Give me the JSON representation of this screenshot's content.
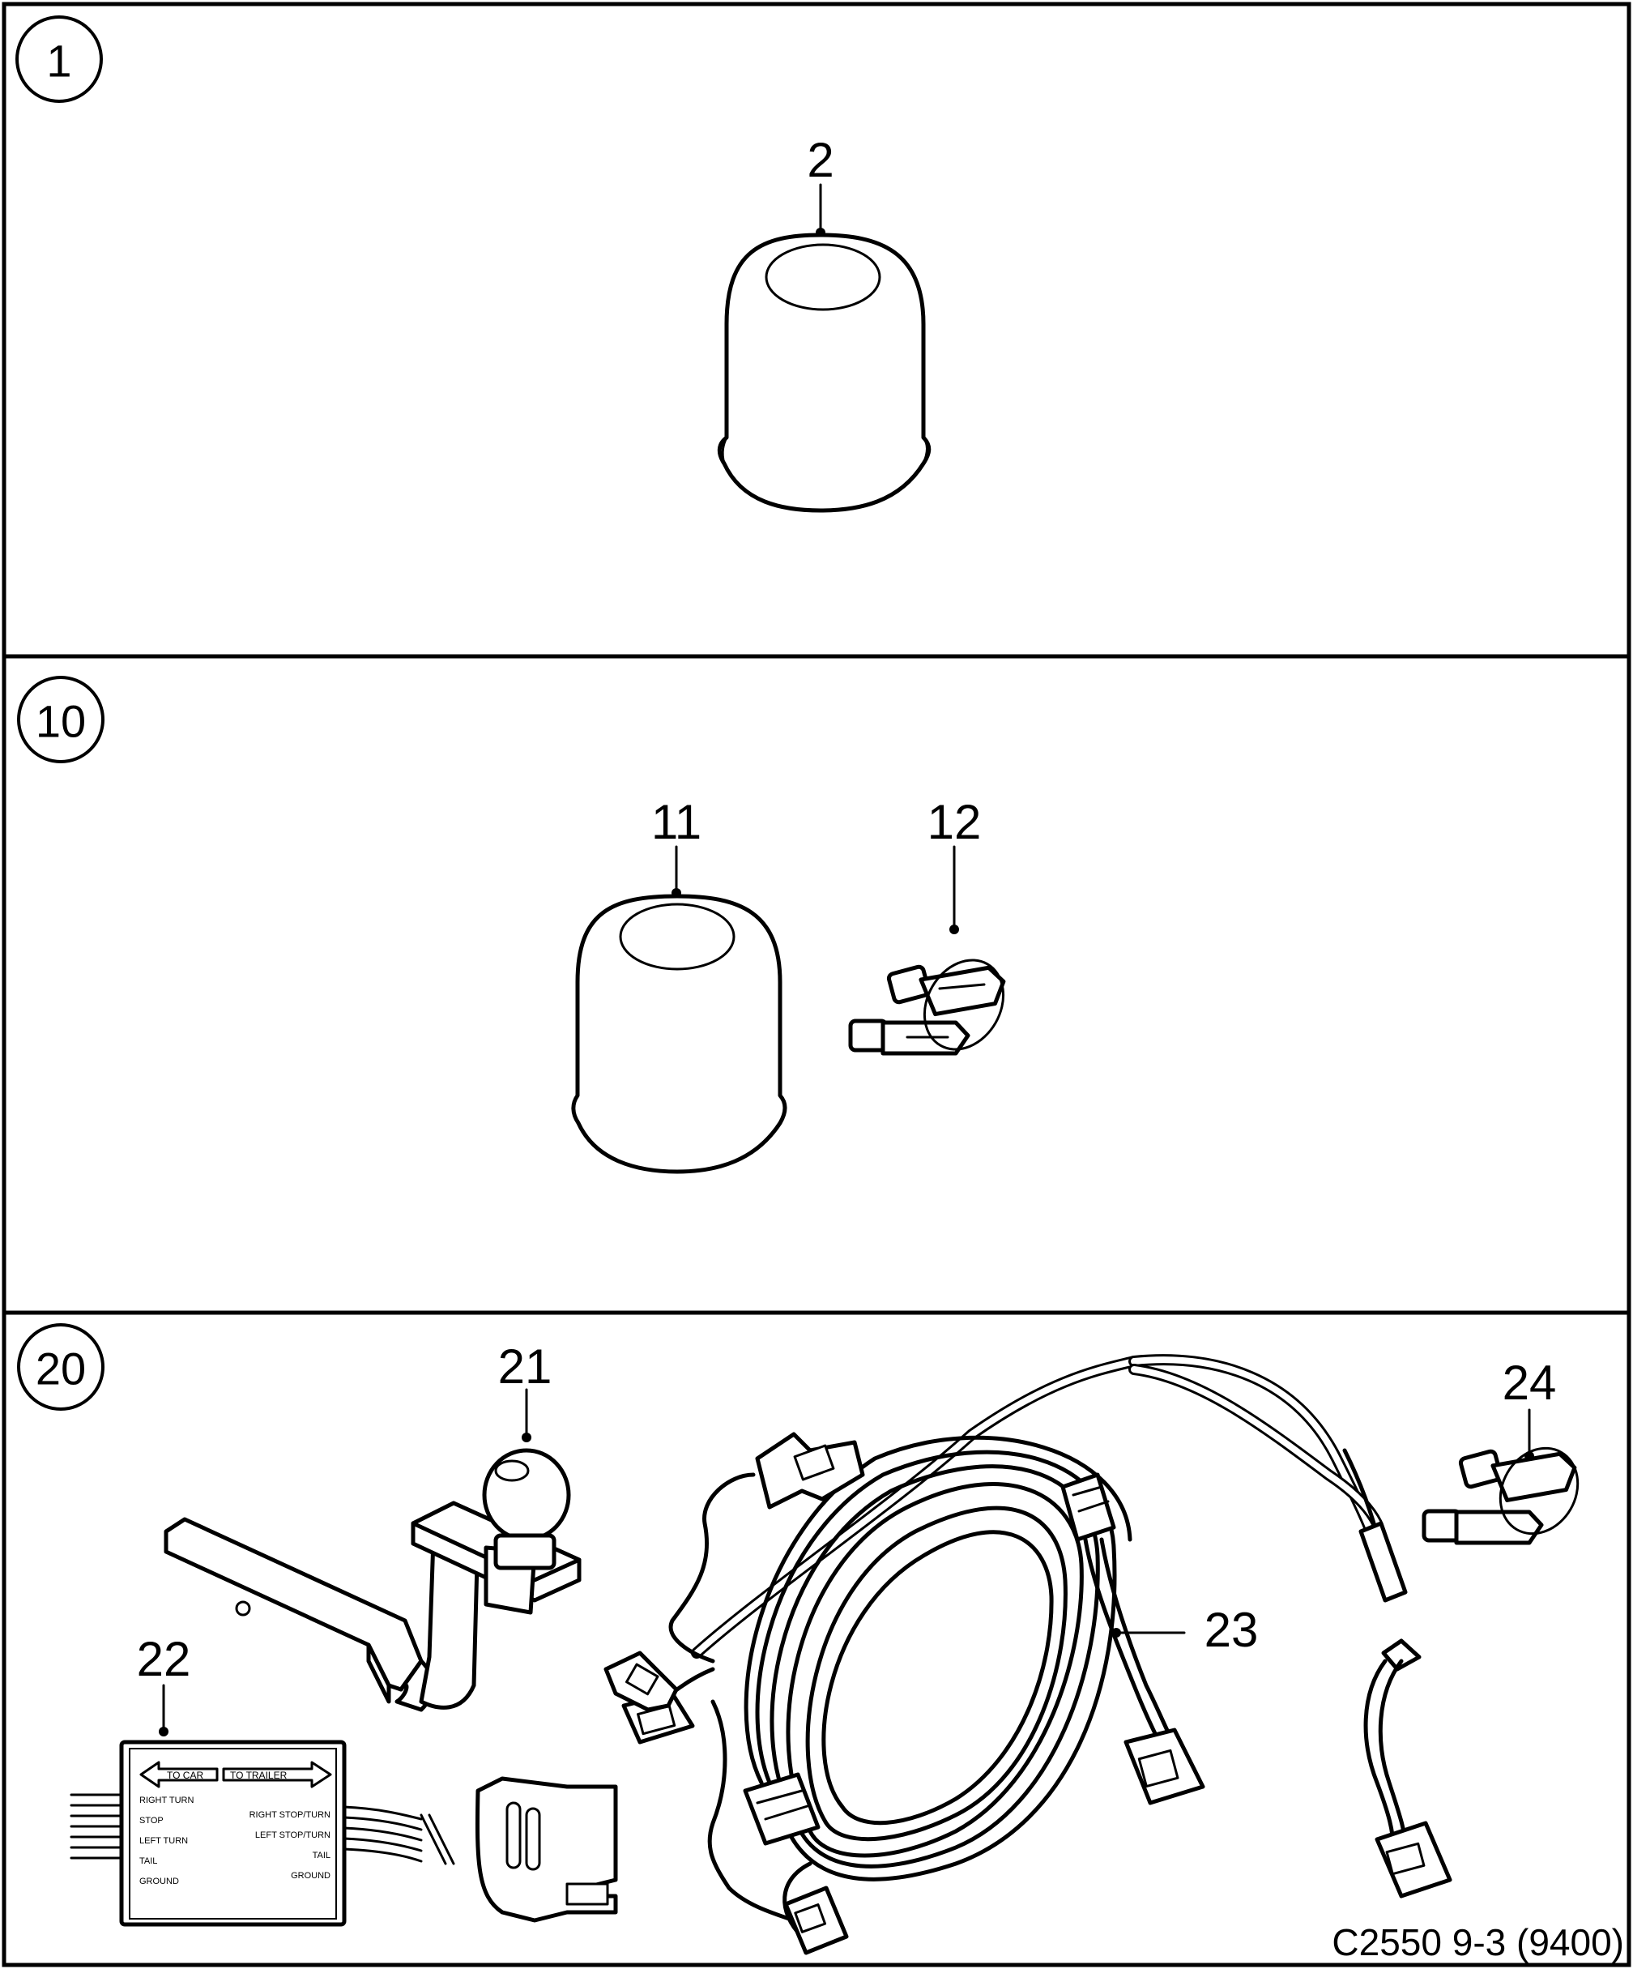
{
  "panels": [
    {
      "number": "1",
      "callouts": [
        "2"
      ]
    },
    {
      "number": "10",
      "callouts": [
        "11",
        "12"
      ]
    },
    {
      "number": "20",
      "callouts": [
        "21",
        "22",
        "23",
        "24"
      ]
    }
  ],
  "module_labels": {
    "to_car": "TO CAR",
    "to_trailer": "TO TRAILER",
    "right_turn": "RIGHT TURN",
    "stop": "STOP",
    "left_turn": "LEFT TURN",
    "tail": "TAIL",
    "ground_left": "GROUND",
    "right_stop_turn": "RIGHT STOP/TURN",
    "left_stop_turn": "LEFT STOP/TURN",
    "tail_right": "TAIL",
    "ground_right": "GROUND"
  },
  "figure_code": "C2550 9-3 (9400)"
}
